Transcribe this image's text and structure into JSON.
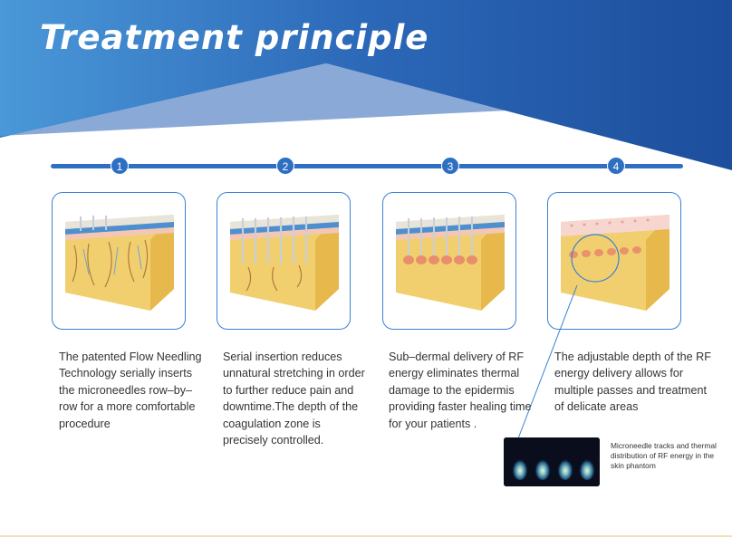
{
  "title": "Treatment principle",
  "colors": {
    "banner_dark": "#1f4d9a",
    "banner_light": "#4a98d8",
    "timeline": "#2f6fc2",
    "card_border": "#3a82d2",
    "body_text": "#333333"
  },
  "steps": [
    {
      "num": "1",
      "icon": "skin-microneedle-insertion-illustration",
      "text": "The patented Flow Needling Technology serially inserts the microneedles row–by–row for a more comfortable procedure"
    },
    {
      "num": "2",
      "icon": "skin-serial-insertion-illustration",
      "text": "Serial insertion reduces unnatural stretching in order to further reduce pain and downtime.The depth of the coagulation zone is precisely controlled."
    },
    {
      "num": "3",
      "icon": "skin-subdermal-rf-delivery-illustration",
      "text": "Sub–dermal delivery of RF energy eliminates thermal damage to the epidermis providing faster healing time for your patients ."
    },
    {
      "num": "4",
      "icon": "skin-adjustable-depth-illustration",
      "text": "The adjustable depth of the RF energy delivery allows for multiple passes and treatment of delicate areas"
    }
  ],
  "phantom": {
    "icon": "microneedle-thermal-glow-photo",
    "caption": "Microneedle tracks and thermal distribution of RF energy in the skin phantom"
  }
}
